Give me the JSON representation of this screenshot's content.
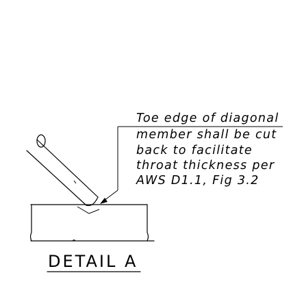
{
  "note": {
    "lines": [
      "Toe edge of diagonal",
      "member shall be cut",
      "back to facilitate",
      "throat thickness per",
      "AWS D1.1, Fig 3.2"
    ]
  },
  "detail_label": "DETAIL A"
}
